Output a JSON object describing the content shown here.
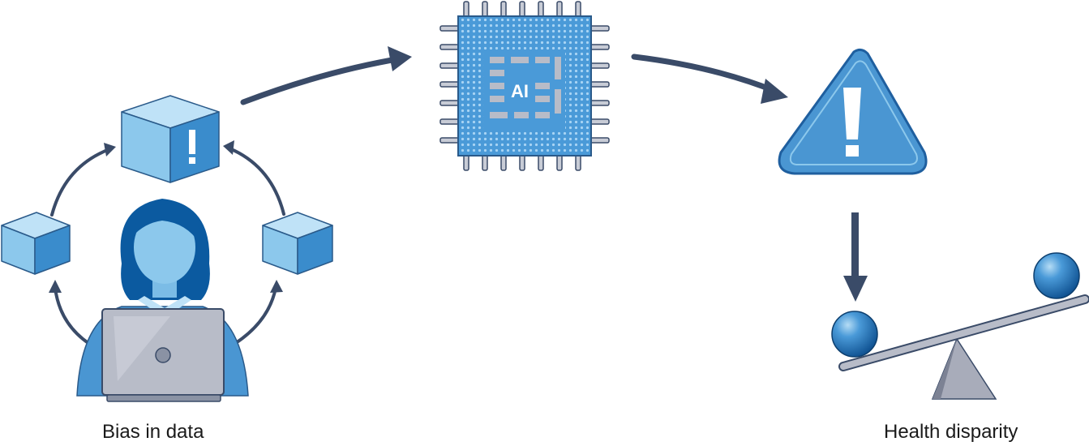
{
  "captions": {
    "left": "Bias in data",
    "right": "Health disparity"
  },
  "chip": {
    "label": "AI"
  },
  "colors": {
    "arrow": "#3a4b68",
    "cube_light": "#8cc8ec",
    "cube_mid": "#5aa8dc",
    "cube_dark": "#3a8ccc",
    "hair": "#0b5aa0",
    "skin": "#8cc8ec",
    "laptop": "#b8bcc8",
    "chip_blue": "#4a9ad8",
    "warning_blue": "#4a96d2",
    "seesaw_gray": "#a8acba"
  },
  "icons": [
    "cube-icon",
    "warning-exclamation-icon",
    "ai-chip-icon",
    "warning-triangle-icon",
    "person-icon",
    "laptop-icon",
    "seesaw-icon",
    "ball-icon"
  ]
}
